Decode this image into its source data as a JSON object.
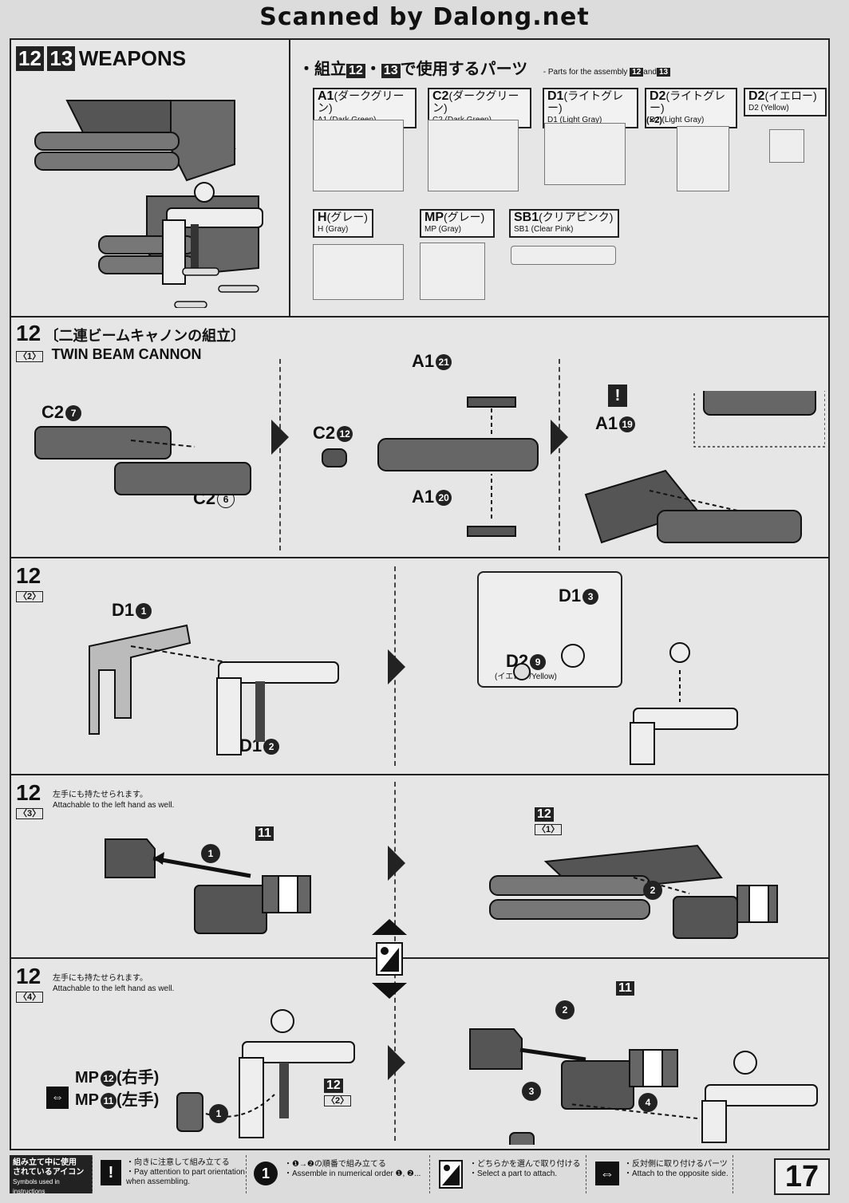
{
  "scan_credit": "Scanned by Dalong.net",
  "header": {
    "step_a": "12",
    "step_b": "13",
    "title": "WEAPONS"
  },
  "parts_list": {
    "heading_prefix": "・組立",
    "heading_a": "12",
    "heading_sep": "・",
    "heading_b": "13",
    "heading_suffix": "で使用するパーツ",
    "heading_en": "- Parts for the assembly",
    "heading_en_a": "12",
    "heading_en_and": "and",
    "heading_en_b": "13",
    "parts": [
      {
        "code": "A1",
        "jp": "(ダークグリーン)",
        "en": "A1 (Dark Green)"
      },
      {
        "code": "C2",
        "jp": "(ダークグリーン)",
        "en": "C2 (Dark Green)"
      },
      {
        "code": "D1",
        "jp": "(ライトグレー)",
        "en": "D1 (Light Gray)"
      },
      {
        "code": "D2",
        "jp": "(ライトグレー)",
        "en": "D2 (Light Gray)",
        "count": "(×2)"
      },
      {
        "code": "D2",
        "jp": "(イエロー)",
        "en": "D2 (Yellow)"
      },
      {
        "code": "H",
        "jp": "(グレー)",
        "en": "H (Gray)"
      },
      {
        "code": "MP",
        "jp": "(グレー)",
        "en": "MP (Gray)"
      },
      {
        "code": "SB1",
        "jp": "(クリアピンク)",
        "en": "SB1 (Clear Pink)"
      }
    ]
  },
  "step1": {
    "num": "12",
    "sub": "〈1〉",
    "title_jp": "〔二連ビームキャノンの組立〕",
    "title_en": "TWIN BEAM CANNON",
    "labels": [
      {
        "part": "C2",
        "num": "7"
      },
      {
        "part": "C2",
        "num": "6"
      },
      {
        "part": "C2",
        "num": "12"
      },
      {
        "part": "A1",
        "num": "21"
      },
      {
        "part": "A1",
        "num": "20"
      },
      {
        "part": "A1",
        "num": "19"
      }
    ],
    "caution": "!"
  },
  "step2": {
    "num": "12",
    "sub": "〈2〉",
    "labels": [
      {
        "part": "D1",
        "num": "1"
      },
      {
        "part": "D1",
        "num": "2"
      },
      {
        "part": "D1",
        "num": "3"
      },
      {
        "part": "D2",
        "num": "9"
      }
    ],
    "color_note": "(イエロー/Yellow)"
  },
  "step3": {
    "num": "12",
    "sub": "〈3〉",
    "note_jp": "左手にも持たせられます。",
    "note_en": "Attachable to the left hand as well.",
    "ref_a": "11",
    "ref_b": "12",
    "ref_b_sub": "〈1〉",
    "order_1": "1",
    "order_2": "2"
  },
  "step4": {
    "num": "12",
    "sub": "〈4〉",
    "note_jp": "左手にも持たせられます。",
    "note_en": "Attachable to the left hand as well.",
    "ref_a": "12",
    "ref_a_sub": "〈2〉",
    "ref_b": "11",
    "mp_right": {
      "part": "MP",
      "num": "12",
      "side": "(右手)"
    },
    "mp_left": {
      "part": "MP",
      "num": "11",
      "side": "(左手)"
    },
    "order": [
      "1",
      "2",
      "3",
      "4"
    ]
  },
  "legend": {
    "title_jp_1": "組み立て中に使用",
    "title_jp_2": "されているアイコン",
    "title_en": "Symbols used in instructions",
    "items": [
      {
        "jp": "・向きに注意して組み立てる",
        "en": "・Pay attention to part orientation",
        "en2": "when assembling."
      },
      {
        "jp": "・❶→❷の順番で組み立てる",
        "en": "・Assemble in numerical order ❶, ❷..."
      },
      {
        "jp": "・どちらかを選んで取り付ける",
        "en": "・Select a part to attach."
      },
      {
        "jp": "・反対側に取り付けるパーツ",
        "en": "・Attach to the opposite side."
      }
    ]
  },
  "page_number": "17"
}
